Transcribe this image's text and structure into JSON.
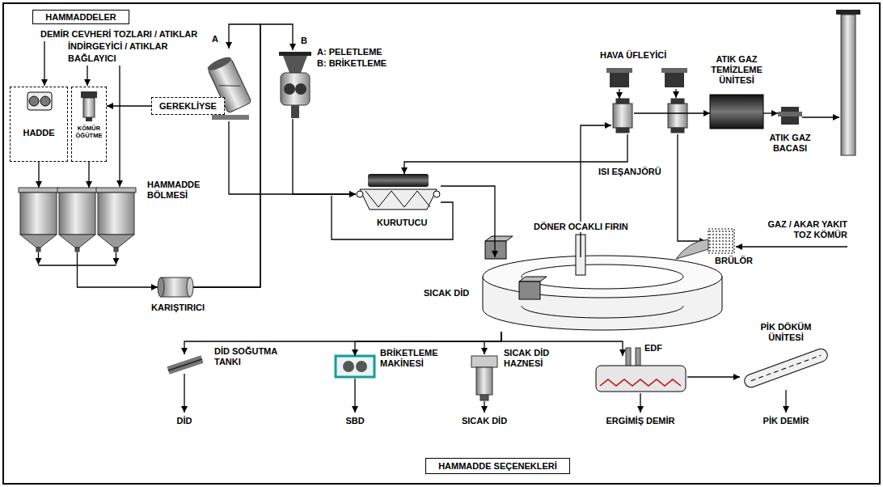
{
  "diagram": {
    "nodes": [
      {
        "text": [
          "HAMMADDELER"
        ]
      },
      {
        "text": [
          "HADDE"
        ]
      },
      {
        "text": [
          "KÖMÜR ÖĞÜTME"
        ]
      },
      {
        "text": [
          "GEREKLİYSE"
        ]
      },
      {
        "text": [
          "HAMMADDE BÖLMESİ"
        ]
      },
      {
        "text": [
          "KARIŞTIRICI"
        ]
      },
      {
        "text": [
          "A"
        ]
      },
      {
        "text": [
          "B"
        ]
      },
      {
        "text": [
          "HAVA ÜFLEYİCİ"
        ]
      },
      {
        "text": [
          "ATIK GAZ TEMİZLEME ÜNİTESİ"
        ]
      },
      {
        "text": [
          "ISI EŞANJÖRÜ"
        ]
      },
      {
        "text": [
          "ATIK GAZ BACASI"
        ]
      },
      {
        "text": [
          "KURUTUCU"
        ]
      },
      {
        "text": [
          "DÖNER OCAKLI FIRIN"
        ]
      },
      {
        "text": [
          "BRÜLÖR"
        ]
      },
      {
        "text": [
          "DİD SOĞUTMA TANKI"
        ]
      },
      {
        "text": [
          "BRİKETLEME MAKİNESİ"
        ]
      },
      {
        "text": [
          "SICAK DİD HAZNESİ"
        ]
      },
      {
        "text": [
          "EDF"
        ]
      },
      {
        "text": [
          "PİK DÖKÜM ÜNİTESİ"
        ]
      },
      {
        "text": [
          "HAMMADDE SEÇENEKLERİ"
        ]
      }
    ],
    "edges": [
      {
        "from": 3,
        "to": 2,
        "arrow": "to"
      },
      {
        "from": 1,
        "to": 4,
        "arrow": "to"
      },
      {
        "from": 2,
        "to": 4,
        "arrow": "to"
      },
      {
        "from": 4,
        "to": 5,
        "arrow": "to"
      },
      {
        "from": 5,
        "to": 6,
        "arrow": "to"
      },
      {
        "from": 5,
        "to": 7,
        "arrow": "to"
      },
      {
        "from": 6,
        "to": 12,
        "arrow": "to"
      },
      {
        "from": 7,
        "to": 12,
        "arrow": "to"
      },
      {
        "from": 12,
        "to": 13,
        "arrow": "to"
      },
      {
        "from": 13,
        "to": 10,
        "arrow": "to"
      },
      {
        "from": 8,
        "to": 10,
        "arrow": "to"
      },
      {
        "from": 10,
        "to": 12,
        "arrow": "to"
      },
      {
        "from": 10,
        "to": 9,
        "arrow": "to"
      },
      {
        "from": 9,
        "to": 11,
        "arrow": "to"
      },
      {
        "from": 13,
        "to": 15,
        "arrow": "to"
      },
      {
        "from": 13,
        "to": 16,
        "arrow": "to"
      },
      {
        "from": 13,
        "to": 17,
        "arrow": "to"
      },
      {
        "from": 13,
        "to": 18,
        "arrow": "to"
      },
      {
        "from": 18,
        "to": 19,
        "arrow": "to"
      }
    ],
    "labels": [
      "DEMİR CEVHERİ TOZLARI / ATIKLAR",
      "İNDİRGEYİCİ / ATIKLAR",
      "BAĞLAYICI",
      "A: PELETLEME",
      "B: BRİKETLEME",
      "SICAK DİD",
      "GAZ / AKAR YAKIT TOZ KÖMÜR",
      "DİD",
      "SBD",
      "SICAK DİD",
      "ERGİMİŞ DEMİR",
      "PİK DEMİR"
    ]
  }
}
